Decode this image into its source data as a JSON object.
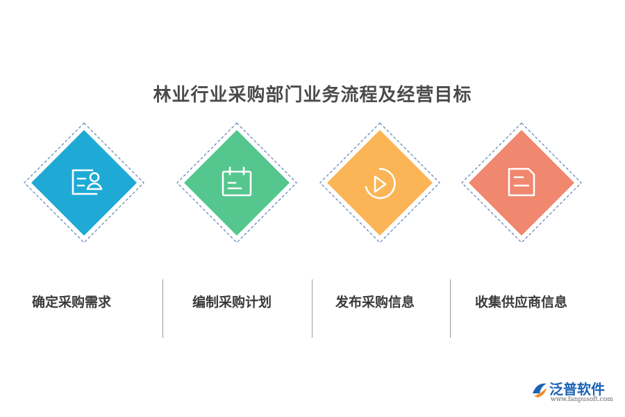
{
  "title": "林业行业采购部门业务流程及经营目标",
  "steps": [
    {
      "label": "确定采购需求",
      "color": "#1faad6",
      "icon": "user-card-icon"
    },
    {
      "label": "编制采购计划",
      "color": "#54c68e",
      "icon": "calendar-icon"
    },
    {
      "label": "发布采购信息",
      "color": "#fbb556",
      "icon": "pie-chart-icon"
    },
    {
      "label": "收集供应商信息",
      "color": "#f0876f",
      "icon": "save-disk-icon"
    }
  ],
  "logo": {
    "name": "泛普软件",
    "url": "www.fanpusoft.com"
  }
}
